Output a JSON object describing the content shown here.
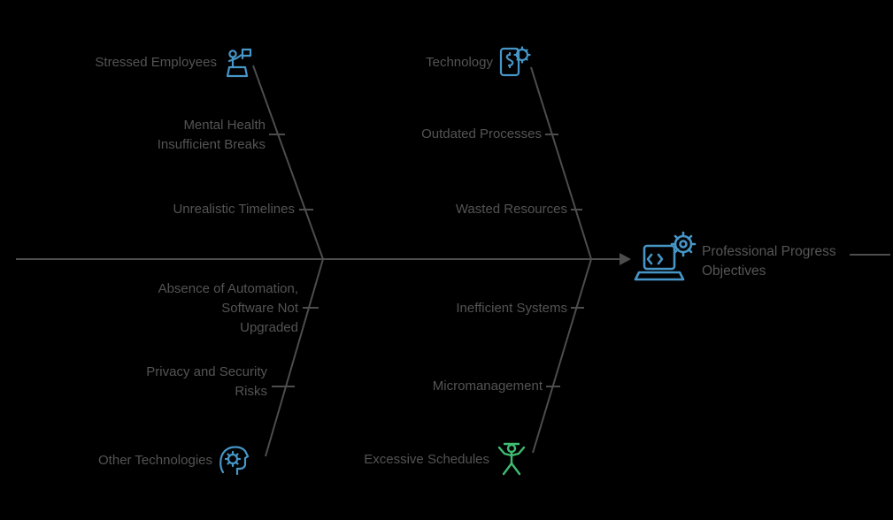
{
  "colors": {
    "background": "#000000",
    "line": "#4d4d4d",
    "text": "#545454",
    "blue": "#4796c8",
    "green": "#3fbc72"
  },
  "head": {
    "icon": "laptop-gear-icon",
    "line1": "Professional Progress",
    "line2": "Objectives"
  },
  "bones": {
    "top_left": {
      "category": {
        "label": "Stressed Employees",
        "icon": "person-presentation-icon"
      },
      "causes": [
        {
          "lines": [
            "Mental Health",
            "Insufficient Breaks"
          ]
        },
        {
          "lines": [
            "Unrealistic Timelines"
          ]
        }
      ]
    },
    "top_right": {
      "category": {
        "label": "Technology",
        "icon": "device-gear-icon"
      },
      "causes": [
        {
          "lines": [
            "Outdated Processes"
          ]
        },
        {
          "lines": [
            "Wasted Resources"
          ]
        }
      ]
    },
    "bottom_left": {
      "category": {
        "label": "Other Technologies",
        "icon": "head-gear-icon"
      },
      "causes": [
        {
          "lines": [
            "Absence of Automation,",
            "Software Not",
            "Upgraded"
          ]
        },
        {
          "lines": [
            "Privacy and Security",
            "Risks"
          ]
        }
      ]
    },
    "bottom_right": {
      "category": {
        "label": "Excessive Schedules",
        "icon": "person-raised-arms-icon"
      },
      "causes": [
        {
          "lines": [
            "Inefficient Systems"
          ]
        },
        {
          "lines": [
            "Micromanagement"
          ]
        }
      ]
    }
  }
}
